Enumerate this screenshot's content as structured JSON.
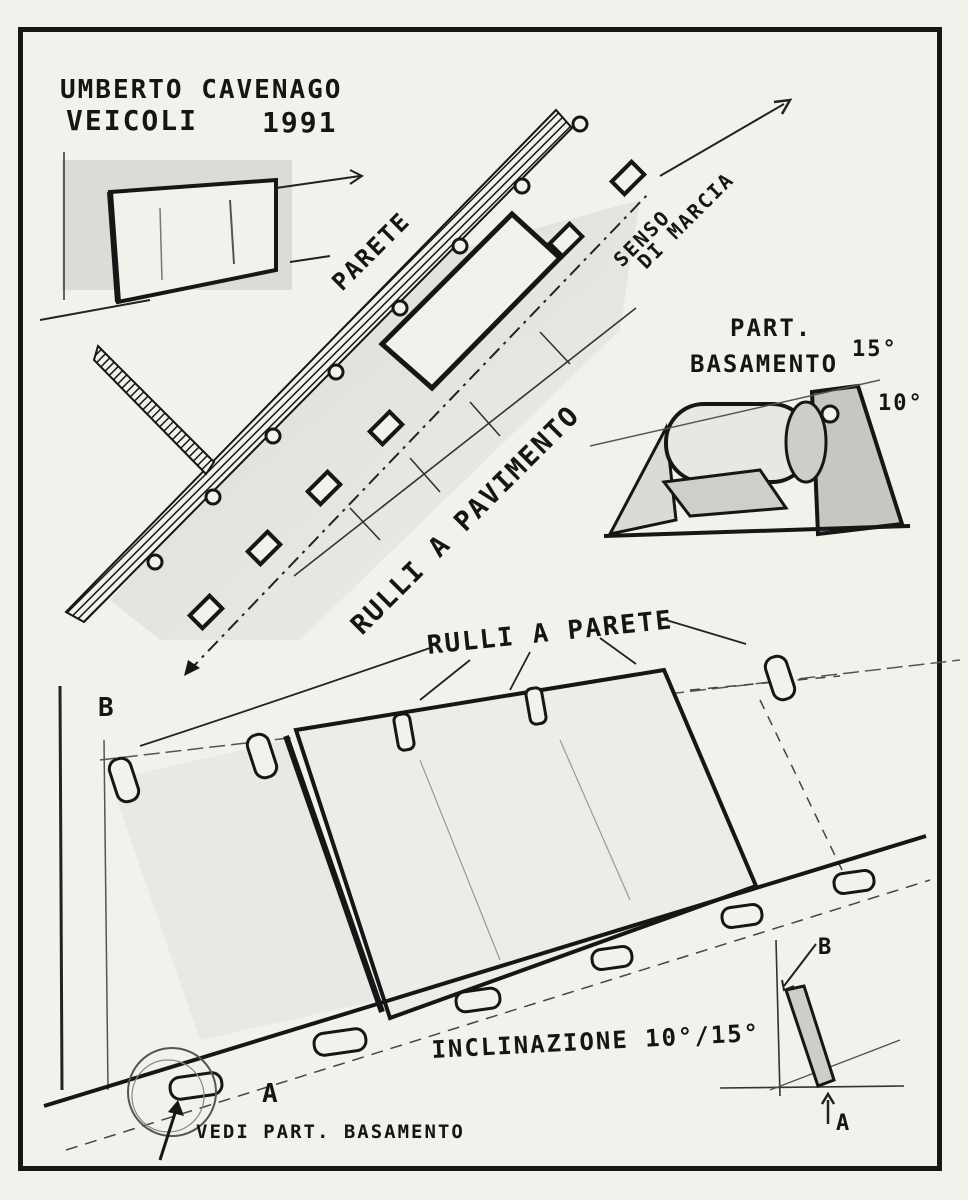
{
  "header": {
    "author": "UMBERTO CAVENAGO",
    "title": "VEICOLI",
    "year": "1991"
  },
  "labels": {
    "parete": "PARETE",
    "senso_line1": "SENSO",
    "senso_line2": "DI MARCIA",
    "rulli_pavimento": "RULLI A PAVIMENTO",
    "part_line1": "PART.",
    "part_line2": "BASAMENTO",
    "angle_15": "15°",
    "angle_10": "10°",
    "rulli_parete": "RULLI A PARETE",
    "marker_b_top": "B",
    "marker_a_bottom": "A",
    "inclinazione": "INCLINAZIONE 10°/15°",
    "vedi": "VEDI PART. BASAMENTO",
    "section_b": "B",
    "section_a": "A"
  },
  "colors": {
    "ink": "#161616",
    "paper": "#f3f1ec",
    "graphite": "#9a9a9a"
  }
}
